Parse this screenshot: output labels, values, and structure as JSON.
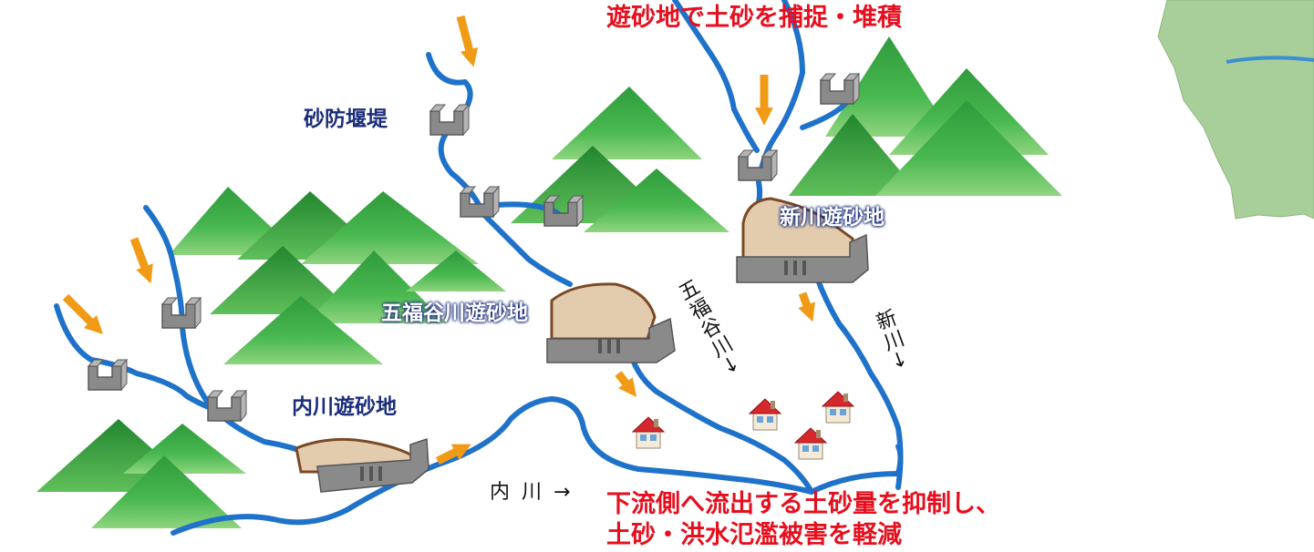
{
  "labels": {
    "top_caption": "遊砂地で土砂を捕捉・堆積",
    "sabo_dam": "砂防堰堤",
    "arakawa_basin": "新川遊砂地",
    "gofukuya_basin": "五福谷川遊砂地",
    "uchikawa_basin": "内川遊砂地",
    "gofukuya_river": "五福谷川→",
    "arakawa_river": "新川→",
    "uchikawa_river": "内 川 →",
    "bottom_caption_line1": "下流側へ流出する土砂量を抑制し、",
    "bottom_caption_line2": "土砂・洪水氾濫被害を軽減"
  },
  "colors": {
    "river": "#1f72c9",
    "mountain": "#3fb24a",
    "mountain_light": "#7ed07a",
    "dam": "#8f8f8f",
    "sediment": "#e3ccae",
    "sediment_outline": "#7a4a26",
    "arrow": "#f19a16",
    "house_roof": "#d6282c",
    "map_fill": "#a8cf9a"
  }
}
